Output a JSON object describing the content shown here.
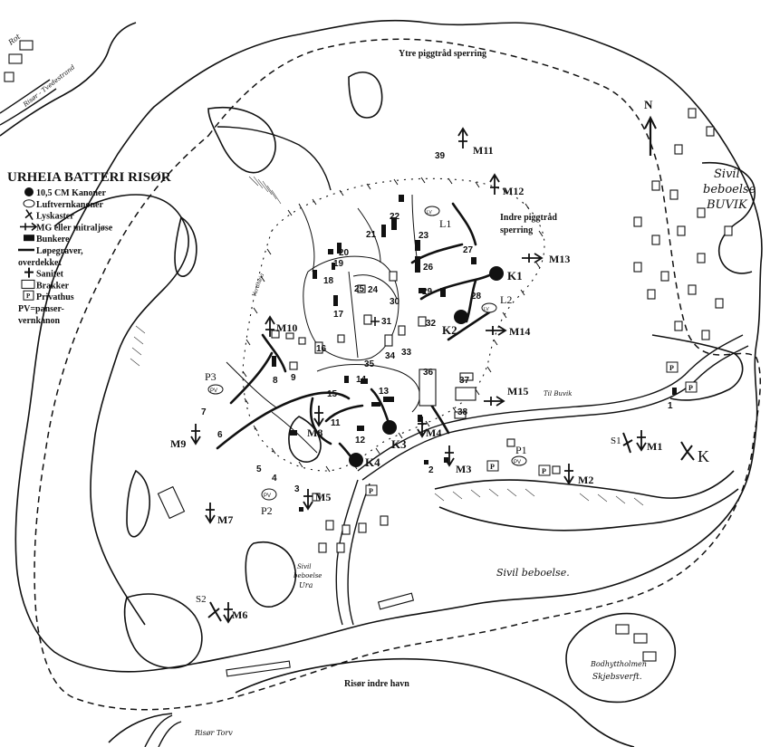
{
  "title": "URHEIA BATTERI RISØR",
  "legend": [
    {
      "symbol": "gun",
      "text": "10,5 CM Kanoner"
    },
    {
      "symbol": "aa",
      "text": "Luftvernkanoner"
    },
    {
      "symbol": "searchlight",
      "text": "Lyskaster"
    },
    {
      "symbol": "mg",
      "text": "MG eller mitraljøse"
    },
    {
      "symbol": "bunker",
      "text": "Bunkere"
    },
    {
      "symbol": "trench",
      "text": "Løpegraver,"
    },
    {
      "symbol": "none",
      "text": "overdekket"
    },
    {
      "symbol": "sanitet",
      "text": "Sanitet"
    },
    {
      "symbol": "brakke",
      "text": "Brakker"
    },
    {
      "symbol": "privat",
      "text": "Privathus"
    },
    {
      "symbol": "none",
      "text": "PV=panser-"
    },
    {
      "symbol": "none",
      "text": "vernkanon"
    }
  ],
  "place_labels": {
    "ytre": "Ytre piggtråd sperring",
    "indre_1": "Indre piggtråd",
    "indre_2": "sperring",
    "sivil_buvik_1": "Sivil",
    "sivil_buvik_2": "beboelse",
    "sivil_buvik_3": "BUVIK",
    "sivil_beboelse": "Sivil beboelse.",
    "sivil_ura_1": "Sivil",
    "sivil_ura_2": "beboelse",
    "sivil_ura_3": "Ura",
    "risor_havn": "Risør indre havn",
    "bodhyt_1": "Bodhyttholmen",
    "bodhyt_2": "Skjebsverft.",
    "risor_torv": "Risør Torv",
    "til_buvik": "Til Buvik",
    "road_top": "Risør - Tvedestrand",
    "road_rot": "Rot",
    "north": "N",
    "k_label": "K",
    "vardheia": "Vardheia"
  },
  "guns": [
    "K1",
    "K2",
    "K3",
    "K4"
  ],
  "aa_guns": [
    "L1",
    "L2"
  ],
  "pv_guns": [
    "P1",
    "P2",
    "P3"
  ],
  "pv_symbol": "PV",
  "mg_posts": [
    "M1",
    "M2",
    "M3",
    "M4",
    "M5",
    "M6",
    "M7",
    "M8",
    "M9",
    "M10",
    "M11",
    "M12",
    "M13",
    "M14",
    "M15"
  ],
  "searchlights": [
    "S1",
    "S2"
  ],
  "privat_symbol": "P",
  "numbers": [
    "1",
    "2",
    "3",
    "4",
    "5",
    "6",
    "7",
    "8",
    "9",
    "11",
    "12",
    "13",
    "14",
    "15",
    "16",
    "17",
    "18",
    "19",
    "20",
    "21",
    "22",
    "23",
    "24",
    "25",
    "26",
    "27",
    "28",
    "29",
    "30",
    "31",
    "32",
    "33",
    "34",
    "35",
    "36",
    "37",
    "38",
    "39"
  ]
}
